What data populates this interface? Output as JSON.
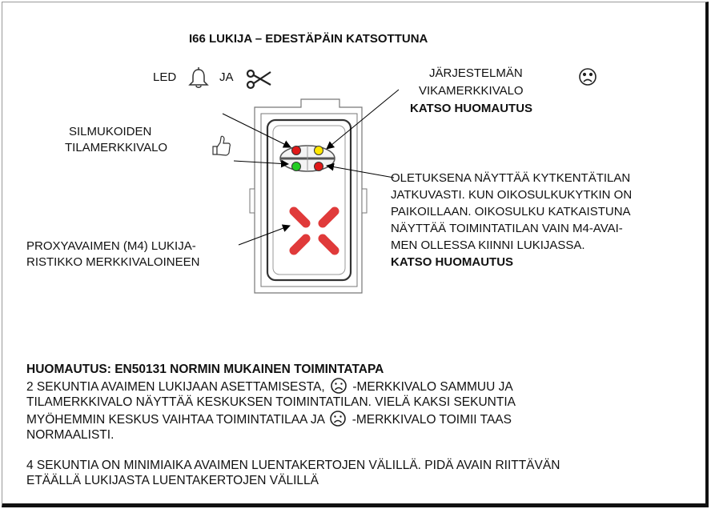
{
  "title": "I66 LUKIJA – EDESTÄPÄIN KATSOTTUNA",
  "led_label": {
    "prefix": "LED",
    "middle": "JA"
  },
  "system_fault": {
    "line1": "JÄRJESTELMÄN",
    "line2": "VIKAMERKKIVALO",
    "note_ref": "KATSO HUOMAUTUS"
  },
  "loop_status": {
    "line1": "SILMUKOIDEN",
    "line2": "TILAMERKKIVALO"
  },
  "default_display": {
    "lines": [
      "OLETUKSENA NÄYTTÄÄ KYTKENTÄTILAN",
      "JATKUVASTI. KUN OIKOSULKUKYTKIN ON",
      "PAIKOILLAAN. OIKOSULKU KATKAISTUNA",
      "NÄYTTÄÄ TOIMINTATILAN VAIN M4-AVAI-",
      "MEN OLLESSA KIINNI LUKIJASSA."
    ],
    "note_ref": "KATSO HUOMAUTUS"
  },
  "proxy": {
    "line1": "PROXYAVAIMEN (M4) LUKIJA-",
    "line2": "RISTIKKO MERKKIVALOINEEN"
  },
  "note": {
    "heading": "HUOMAUTUS: EN50131 NORMIN MUKAINEN TOIMINTATAPA",
    "p1_a": "2 SEKUNTIA AVAIMEN LUKIJAAN ASETTAMISESTA,",
    "p1_b": "-MERKKIVALO SAMMUU JA",
    "p1_c": "TILAMERKKIVALO NÄYTTÄÄ KESKUKSEN TOIMINTATILAN. VIELÄ KAKSI SEKUNTIA",
    "p1_d": "MYÖHEMMIN KESKUS VAIHTAA TOIMINTATILAA JA",
    "p1_e": "-MERKKIVALO TOIMII TAAS",
    "p1_f": "NORMAALISTI.",
    "p2_a": "4 SEKUNTIA ON MINIMIAIKA AVAIMEN LUENTAKERTOJEN VÄLILLÄ. PIDÄ AVAIN RIITTÄVÄN",
    "p2_b": "ETÄÄLLÄ LUKIJASTA LUENTAKERTOJEN VÄLILLÄ"
  },
  "icons": [
    "bell-icon",
    "scissors-icon",
    "sad-face-icon",
    "thumbs-up-icon"
  ],
  "colors": {
    "led_red": "#e01818",
    "led_yellow": "#ffe600",
    "led_green": "#22cc22",
    "cross_red": "#e03a3a"
  }
}
